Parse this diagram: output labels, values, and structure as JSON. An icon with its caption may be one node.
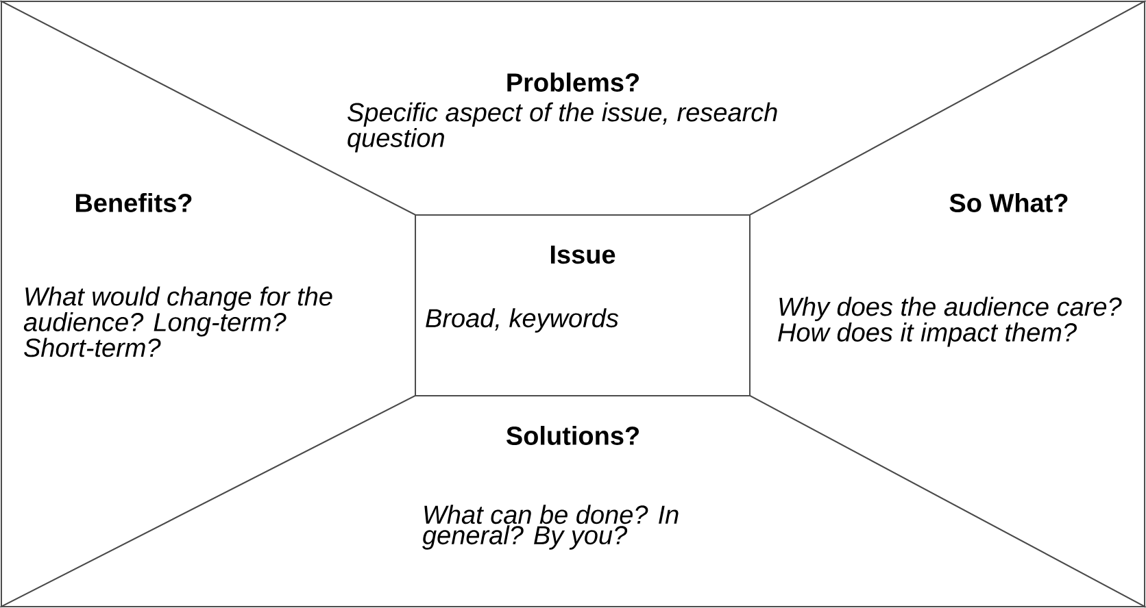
{
  "diagram": {
    "nodes": [
      {
        "text": [
          "Problems?",
          "Specific aspect of the issue, research question"
        ]
      },
      {
        "text": [
          "Benefits?",
          "What would change for the audience? Long-term? Short-term?"
        ]
      },
      {
        "text": [
          "Issue",
          "Broad, keywords"
        ]
      },
      {
        "text": [
          "So What?",
          "Why does the audience care? How does it impact them?"
        ]
      },
      {
        "text": [
          "Solutions?",
          "What can be done? In general? By you?"
        ]
      }
    ]
  }
}
